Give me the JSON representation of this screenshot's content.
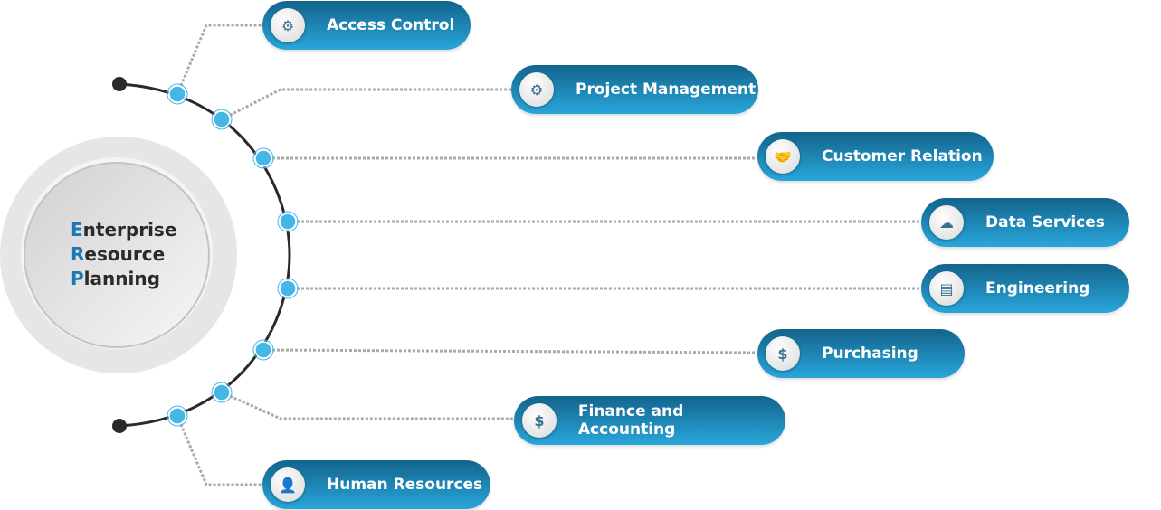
{
  "center": {
    "line1_initial": "E",
    "line1_rest": "nterprise",
    "line2_initial": "R",
    "line2_rest": "esource",
    "line3_initial": "P",
    "line3_rest": "lanning"
  },
  "modules": [
    {
      "label": "Access Control",
      "icon": "⚙"
    },
    {
      "label": "Project Management",
      "icon": "⚙"
    },
    {
      "label": "Customer Relation",
      "icon": "🤝"
    },
    {
      "label": "Data Services",
      "icon": "☁"
    },
    {
      "label": "Engineering",
      "icon": "▤"
    },
    {
      "label": "Purchasing",
      "icon": "$"
    },
    {
      "label": "Finance and Accounting",
      "icon": "$"
    },
    {
      "label": "Human Resources",
      "icon": "👤"
    }
  ],
  "colors": {
    "accent": "#1a78b4",
    "node": "#45b6e8"
  }
}
